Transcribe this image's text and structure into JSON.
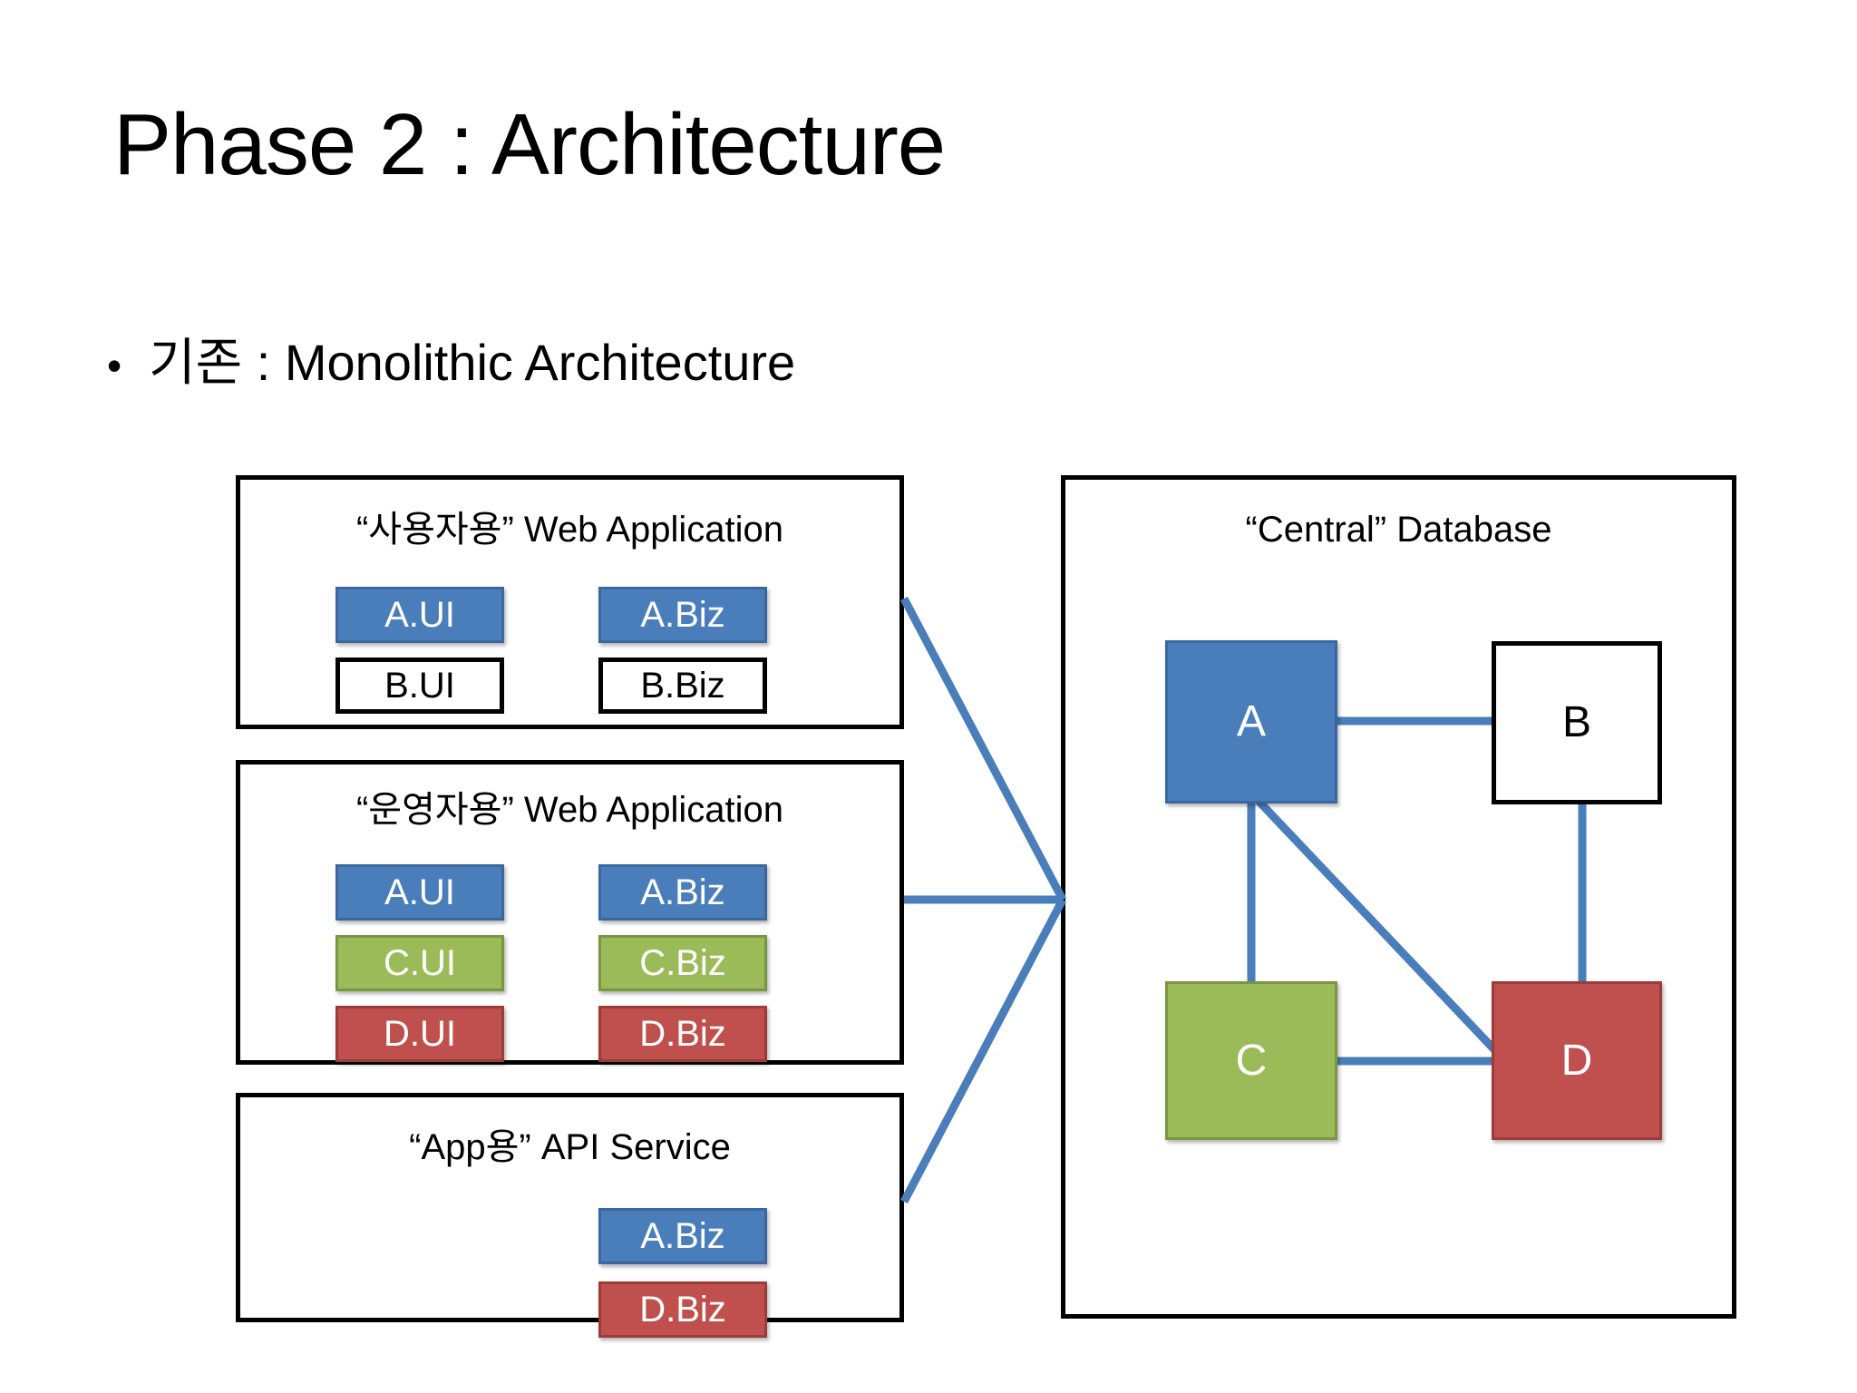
{
  "slide": {
    "title": "Phase 2 : Architecture",
    "bullet_marker": "•",
    "bullet_text": "기존 : Monolithic Architecture"
  },
  "colors": {
    "blue": "#4a7ebb",
    "green": "#9bbb59",
    "red": "#c0504d",
    "white": "#ffffff",
    "outline": "#000000",
    "connector": "#4a7ebb"
  },
  "app_groups": [
    {
      "title": "“사용자용” Web Application",
      "left_column": [
        {
          "label": "A.UI",
          "style": "blue"
        },
        {
          "label": "B.UI",
          "style": "white"
        }
      ],
      "right_column": [
        {
          "label": "A.Biz",
          "style": "blue"
        },
        {
          "label": "B.Biz",
          "style": "white"
        }
      ]
    },
    {
      "title": "“운영자용” Web Application",
      "left_column": [
        {
          "label": "A.UI",
          "style": "blue"
        },
        {
          "label": "C.UI",
          "style": "green"
        },
        {
          "label": "D.UI",
          "style": "red"
        }
      ],
      "right_column": [
        {
          "label": "A.Biz",
          "style": "blue"
        },
        {
          "label": "C.Biz",
          "style": "green"
        },
        {
          "label": "D.Biz",
          "style": "red"
        }
      ]
    },
    {
      "title": "“App용” API Service",
      "left_column": [],
      "right_column": [
        {
          "label": "A.Biz",
          "style": "blue"
        },
        {
          "label": "D.Biz",
          "style": "red"
        }
      ]
    }
  ],
  "database": {
    "title": "“Central” Database",
    "nodes": [
      {
        "id": "A",
        "label": "A",
        "style": "blue"
      },
      {
        "id": "B",
        "label": "B",
        "style": "white"
      },
      {
        "id": "C",
        "label": "C",
        "style": "green"
      },
      {
        "id": "D",
        "label": "D",
        "style": "red"
      }
    ],
    "edges": [
      {
        "from": "A",
        "to": "B"
      },
      {
        "from": "A",
        "to": "C"
      },
      {
        "from": "A",
        "to": "D"
      },
      {
        "from": "B",
        "to": "D"
      },
      {
        "from": "C",
        "to": "D"
      }
    ]
  },
  "connectors": {
    "description": "three application groups converge to the central database",
    "links": [
      {
        "from": "사용자용 Web Application",
        "to": "Central Database"
      },
      {
        "from": "운영자용 Web Application",
        "to": "Central Database"
      },
      {
        "from": "App용 API Service",
        "to": "Central Database"
      }
    ]
  }
}
